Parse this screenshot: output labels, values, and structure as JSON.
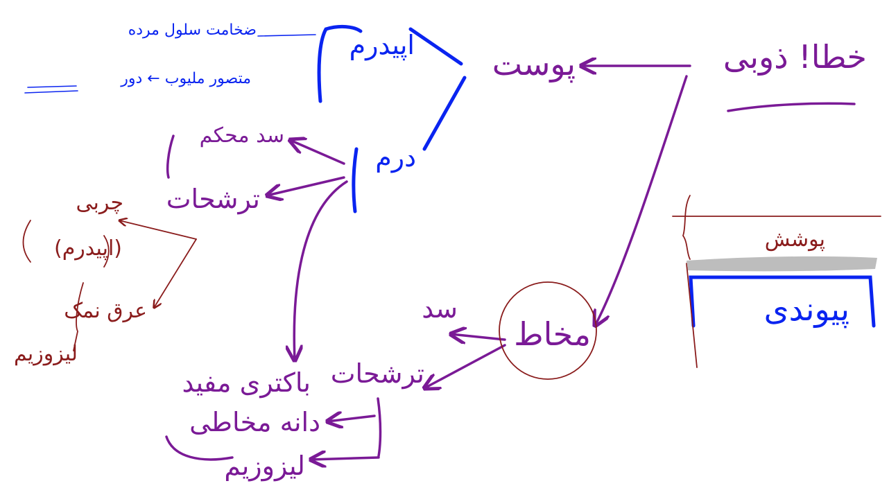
{
  "colors": {
    "blue": "#0a24f0",
    "purple": "#7a1a96",
    "brown": "#8a1c1c",
    "gray": "#bdbdbd"
  },
  "labels": {
    "title": "خطا! ذوبی",
    "skin": "پوست",
    "epidermis": "اپیدرم",
    "epidermis_note1": "ضخامت سلول مرده",
    "epidermis_note2": "متصور ملیوب ← دور",
    "dermis": "درم",
    "dermis_out1": "سد محکم",
    "dermis_out2": "ترشحات",
    "fat": "چربی",
    "epidermis_paren": "(اپیدرم)",
    "sweat": "عرق نمک",
    "lysozyme_brown": "لیزوزیم",
    "mucosa": "مخاط",
    "secretions": "ترشحات",
    "mucosa_barrier": "سد",
    "wbc": "باکتری مفید",
    "acid": "دانه مخاطی",
    "lysozyme_purple": "لیزوزیم",
    "skin_small": "پوشش",
    "connective": "پیوندی"
  }
}
